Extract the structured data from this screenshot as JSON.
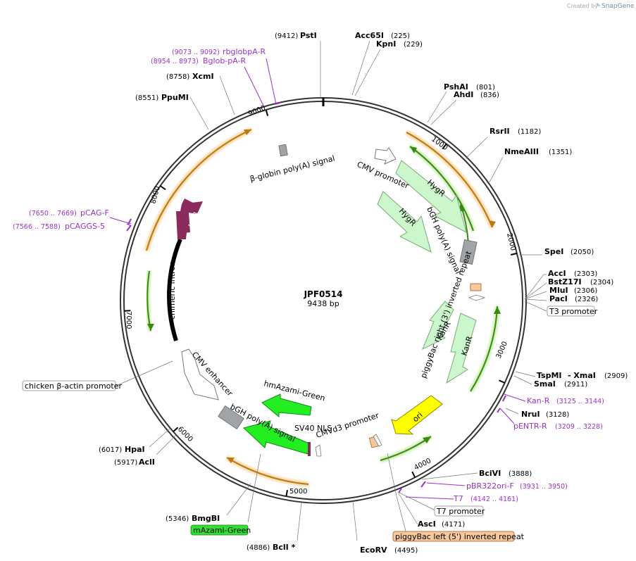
{
  "watermark": {
    "created_by": "Created by",
    "brand": "SnapGene"
  },
  "plasmid": {
    "name": "JPF0514",
    "length_label": "9438 bp",
    "length_bp": 9438
  },
  "tick_labels": [
    {
      "bp": 1000,
      "label": "1000"
    },
    {
      "bp": 2000,
      "label": "2000"
    },
    {
      "bp": 3000,
      "label": "3000"
    },
    {
      "bp": 4000,
      "label": "4000"
    },
    {
      "bp": 5000,
      "label": "5000"
    },
    {
      "bp": 6000,
      "label": "6000"
    },
    {
      "bp": 7000,
      "label": "7000"
    },
    {
      "bp": 8000,
      "label": "8000"
    },
    {
      "bp": 9000,
      "label": "9000"
    }
  ],
  "enzymes": [
    {
      "name": "PstI",
      "pos": "(9412)",
      "bp": 9412
    },
    {
      "name": "Acc65I",
      "pos": "(225)",
      "bp": 225
    },
    {
      "name": "KpnI",
      "pos": "(229)",
      "bp": 229
    },
    {
      "name": "PshAI",
      "pos": "(801)",
      "bp": 801
    },
    {
      "name": "AhdI",
      "pos": "(836)",
      "bp": 836
    },
    {
      "name": "RsrII",
      "pos": "(1182)",
      "bp": 1182
    },
    {
      "name": "NmeAIII",
      "pos": "(1351)",
      "bp": 1351
    },
    {
      "name": "SpeI",
      "pos": "(2050)",
      "bp": 2050
    },
    {
      "name": "AccI",
      "pos": "(2303)",
      "bp": 2303
    },
    {
      "name": "BstZ17I",
      "pos": "(2304)",
      "bp": 2304
    },
    {
      "name": "MluI",
      "pos": "(2306)",
      "bp": 2306
    },
    {
      "name": "PacI",
      "pos": "(2326)",
      "bp": 2326
    },
    {
      "name": "TspMI",
      "pos": "(2909)",
      "bp": 2909
    },
    {
      "name": "- XmaI",
      "pos": "",
      "bp": 2909
    },
    {
      "name": "SmaI",
      "pos": "(2911)",
      "bp": 2911
    },
    {
      "name": "NruI",
      "pos": "(3128)",
      "bp": 3128
    },
    {
      "name": "BciVI",
      "pos": "(3888)",
      "bp": 3888
    },
    {
      "name": "AscI",
      "pos": "(4171)",
      "bp": 4171
    },
    {
      "name": "EcoRV",
      "pos": "(4495)",
      "bp": 4495
    },
    {
      "name": "BclI *",
      "pos": "(4886)",
      "bp": 4886
    },
    {
      "name": "BmgBI",
      "pos": "(5346)",
      "bp": 5346
    },
    {
      "name": "AclI",
      "pos": "(5917)",
      "bp": 5917
    },
    {
      "name": "HpaI",
      "pos": "(6017)",
      "bp": 6017
    },
    {
      "name": "PpuMI",
      "pos": "(8551)",
      "bp": 8551
    },
    {
      "name": "XcmI",
      "pos": "(8758)",
      "bp": 8758
    }
  ],
  "primers": [
    {
      "name": "rbglobpA-R",
      "pos": "(9073 .. 9092)"
    },
    {
      "name": "Bglob-pA-R",
      "pos": "(8954 .. 8973)"
    },
    {
      "name": "pCAG-F",
      "pos": "(7650 .. 7669)"
    },
    {
      "name": "pCAGGS-5",
      "pos": "(7566 .. 7588)"
    },
    {
      "name": "Kan-R",
      "pos": "(3125 .. 3144)"
    },
    {
      "name": "pENTR-R",
      "pos": "(3209 .. 3228)"
    },
    {
      "name": "pBR322ori-F",
      "pos": "(3931 .. 3950)"
    },
    {
      "name": "T7",
      "pos": "(4142 .. 4161)"
    }
  ],
  "boxed_labels": [
    {
      "name": "T3 promoter",
      "fill": "#ffffff"
    },
    {
      "name": "T7 promoter",
      "fill": "#ffffff"
    },
    {
      "name": "piggyBac left (5') inverted repeat",
      "fill": "#f7c89b"
    },
    {
      "name": "mAzami-Green",
      "fill": "#33dd33"
    },
    {
      "name": "chicken β-actin promoter",
      "fill": "#ffffff"
    }
  ],
  "features": [
    {
      "name": "β-globin poly(A) signal"
    },
    {
      "name": "CMV promoter"
    },
    {
      "name": "HygR"
    },
    {
      "name": "HygR"
    },
    {
      "name": "bGH poly(A) signal"
    },
    {
      "name": "piggyBac right (3') inverted repeat"
    },
    {
      "name": "KanR"
    },
    {
      "name": "KanR"
    },
    {
      "name": "ori"
    },
    {
      "name": "CMVd3 promoter"
    },
    {
      "name": "SV40 NLS"
    },
    {
      "name": "hmAzami-Green"
    },
    {
      "name": "bGH poly(A) signal"
    },
    {
      "name": "CMV enhancer"
    },
    {
      "name": "chimeric intron"
    },
    {
      "name": "H2B"
    }
  ],
  "colors": {
    "backbone": "#333333",
    "primer": "#9b30c8",
    "hygr": "#ccf7cc",
    "kanr": "#ccf7cc",
    "green_feature": "#22ee22",
    "ori": "#ffff00",
    "h2b": "#8b2a5c",
    "polyA": "#a0a4a8",
    "orf_orange": "#f0a030",
    "orf_green": "#44aa22",
    "piggybac": "#f7c89b"
  }
}
